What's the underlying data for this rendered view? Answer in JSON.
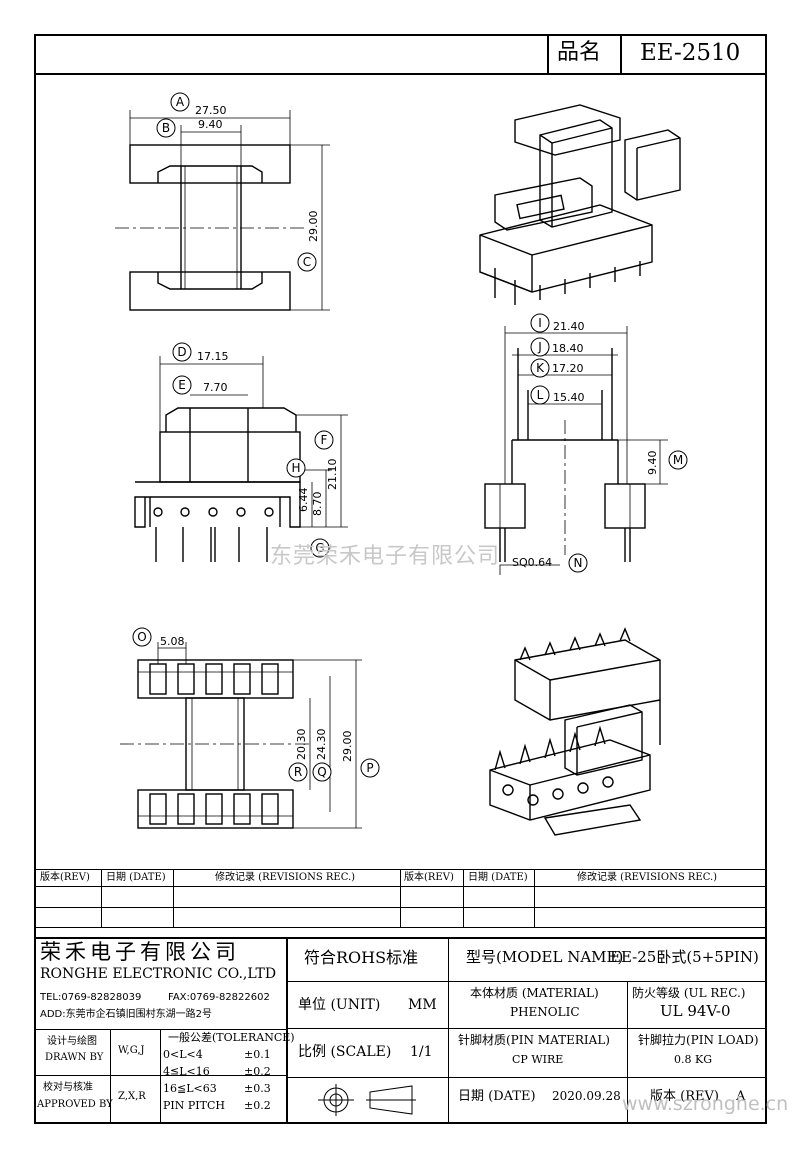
{
  "header": {
    "product_label": "品名",
    "product_code": "EE-2510"
  },
  "dimensions": {
    "A": "27.50",
    "B": "9.40",
    "C": "29.00",
    "D": "17.15",
    "E": "7.70",
    "F": "21.10",
    "H1": "6.44",
    "H2": "8.70",
    "I": "21.40",
    "J": "18.40",
    "K": "17.20",
    "L": "15.40",
    "M": "9.40",
    "N": "SQ0.64",
    "O": "5.08",
    "P": "29.00",
    "Q": "24.30",
    "R": "20.30"
  },
  "callouts": {
    "A": "A",
    "B": "B",
    "C": "C",
    "D": "D",
    "E": "E",
    "F": "F",
    "G": "G",
    "H": "H",
    "I": "I",
    "J": "J",
    "K": "K",
    "L": "L",
    "M": "M",
    "N": "N",
    "O": "O",
    "P": "P",
    "Q": "Q",
    "R": "R"
  },
  "watermarks": {
    "center": "东莞荣禾电子有限公司",
    "corner": "www.szronghe.cn"
  },
  "revisions": {
    "rev_header": "版本(REV)",
    "date_header": "日期 (DATE)",
    "record_header": "修改记录 (REVISIONS REC.)"
  },
  "company": {
    "name_cn": "荣禾电子有限公司",
    "name_en": "RONGHE ELECTRONIC CO.,LTD",
    "tel": "TEL:0769-82828039",
    "fax": "FAX:0769-82822602",
    "address": "ADD:东莞市企石镇旧围村东湖一路2号"
  },
  "titleblock": {
    "rohs": "符合ROHS标准",
    "model_label": "型号(MODEL NAME)",
    "model_value": "EE-25卧式(5+5PIN)",
    "unit_label": "单位 (UNIT)",
    "unit_value": "MM",
    "scale_label": "比例 (SCALE)",
    "scale_value": "1/1",
    "material_label": "本体材质 (MATERIAL)",
    "material_value": "PHENOLIC",
    "fire_label": "防火等级 (UL REC.)",
    "fire_value": "UL 94V-0",
    "pin_material_label": "针脚材质(PIN MATERIAL)",
    "pin_material_value": "CP WIRE",
    "pin_load_label": "针脚拉力(PIN LOAD)",
    "pin_load_value": "0.8 KG",
    "date_label": "日期 (DATE)",
    "date_value": "2020.09.28",
    "version_label": "版本 (REV)",
    "version_value": "A",
    "drawn_label_cn": "设计与绘图",
    "drawn_label_en": "DRAWN BY",
    "drawn_value": "W,G,J",
    "approved_label_cn": "校对与核准",
    "approved_label_en": "APPROVED BY",
    "approved_value": "Z,X,R"
  },
  "tolerance": {
    "title": "一般公差(TOLERANCE)",
    "rows": [
      {
        "range": "0<L<4",
        "value": "±0.1"
      },
      {
        "range": "4≦L<16",
        "value": "±0.2"
      },
      {
        "range": "16≦L<63",
        "value": "±0.3"
      },
      {
        "range": "PIN PITCH",
        "value": "±0.2"
      }
    ]
  }
}
